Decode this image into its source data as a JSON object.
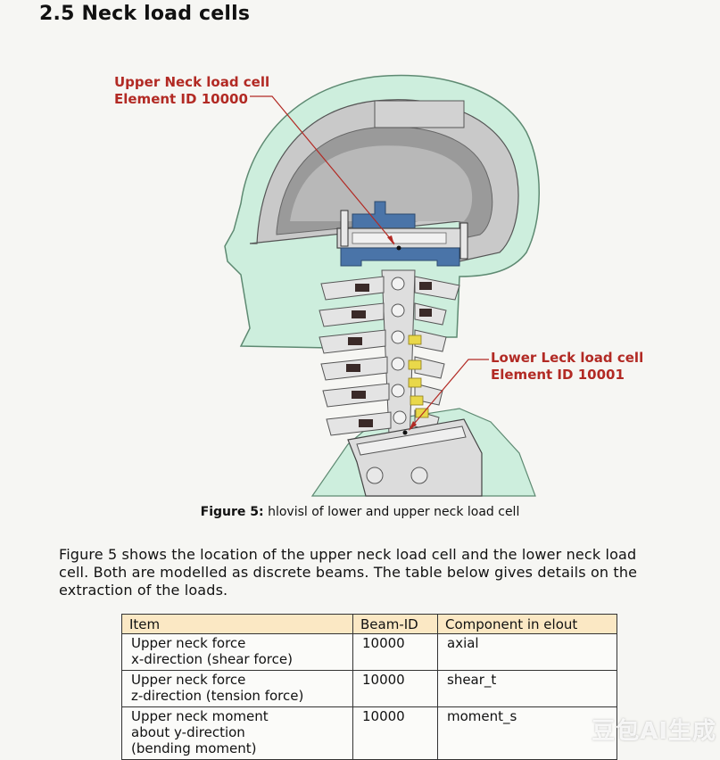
{
  "section": {
    "number": "2.5",
    "title": "Neck load cells"
  },
  "figure": {
    "callouts": {
      "upper": {
        "line1": "Upper Neck load cell",
        "line2": "Element ID 10000"
      },
      "lower": {
        "line1": "Lower Leck load cell",
        "line2": "Element ID 10001"
      }
    },
    "caption": {
      "label": "Figure 5:",
      "text": "hlovisl of lower and upper neck load cell"
    },
    "colors": {
      "skin": "#cdeedd",
      "skin_outline": "#5e8a72",
      "skull": "#c9c9c9",
      "skull_inner": "#9a9a9a",
      "steel_blue": "#4a74a8",
      "disc_dark": "#3a2a28",
      "disc_yellow": "#e9d84a",
      "callout_red": "#b22a24"
    }
  },
  "paragraph": {
    "lines": [
      "Figure 5 shows the location of the upper neck load cell and the lower neck load",
      "cell. Both are modelled as discrete beams. The table below gives details on the",
      "extraction of the loads."
    ]
  },
  "table": {
    "headers": [
      "Item",
      "Beam-ID",
      "Component in elout"
    ],
    "rows": [
      {
        "item": [
          "Upper neck force",
          "x-direction (shear force)"
        ],
        "beam_id": "10000",
        "component": "axial"
      },
      {
        "item": [
          "Upper neck force",
          "z-direction (tension force)"
        ],
        "beam_id": "10000",
        "component": "shear_t"
      },
      {
        "item": [
          "Upper neck moment",
          "about y-direction",
          "(bending moment)"
        ],
        "beam_id": "10000",
        "component": "moment_s"
      }
    ]
  },
  "watermark": {
    "text": "豆包AI生成"
  }
}
